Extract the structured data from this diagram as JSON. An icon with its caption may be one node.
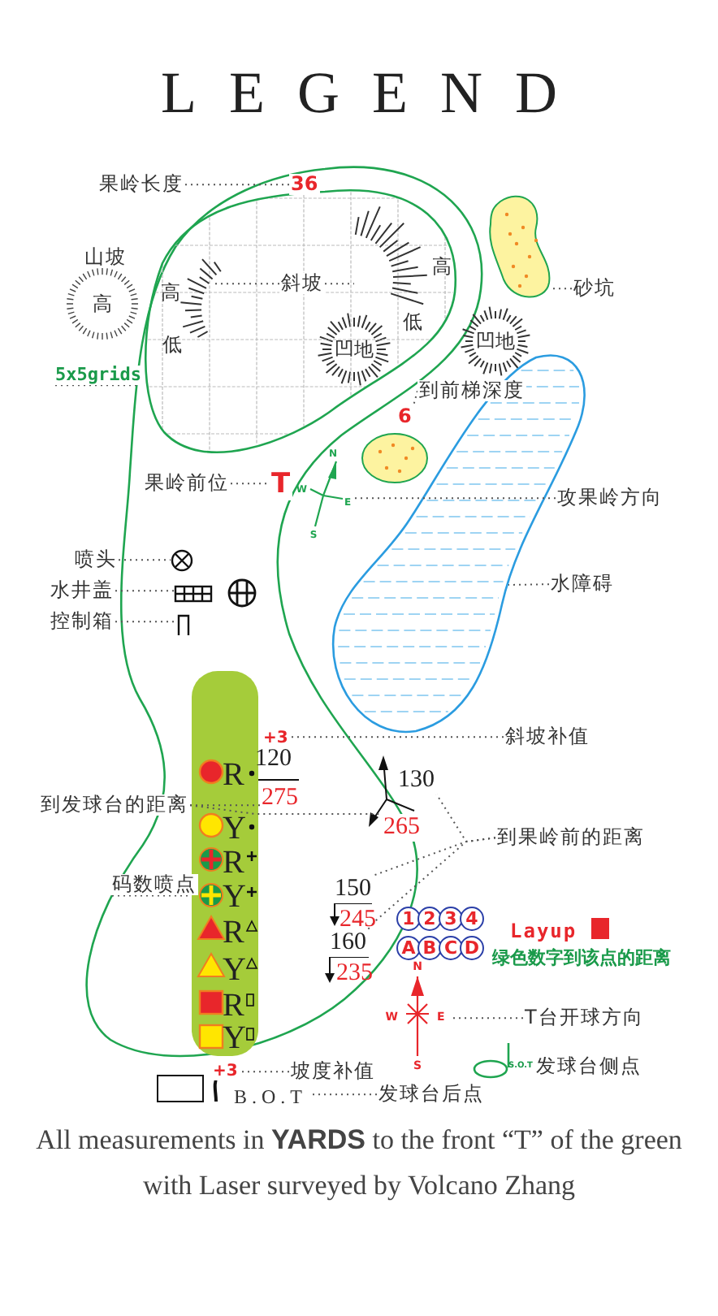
{
  "diagram": {
    "title": "LEGEND",
    "caption": "All measurements in **YARDS** to the front “T” of the green with Laser surveyed by Volcano Zhang",
    "nodes": [
      {
        "text": [
          "果岭长度"
        ]
      },
      {
        "text": [
          "斜坡"
        ],
        "in": 22
      },
      {
        "text": [
          "砂坑"
        ]
      },
      {
        "text": [
          "5x5grids"
        ]
      },
      {
        "text": [
          "到前梯深度"
        ]
      },
      {
        "text": [
          "果岭前位"
        ]
      },
      {
        "text": [
          "攻果岭方向"
        ]
      },
      {
        "text": [
          "喷头"
        ]
      },
      {
        "text": [
          "水井盖"
        ]
      },
      {
        "text": [
          "控制箱"
        ]
      },
      {
        "text": [
          "水障碍"
        ]
      },
      {
        "text": [
          "斜坡补值"
        ]
      },
      {
        "text": [
          "到发球台的距离"
        ]
      },
      {
        "text": [
          "到果岭前的距离"
        ]
      },
      {
        "text": [
          "码数喷点"
        ]
      },
      {
        "text": [
          "T台开球方向"
        ]
      },
      {
        "text": [
          "坡度补值"
        ]
      },
      {
        "text": [
          "发球台后点"
        ]
      },
      {
        "text": [
          "36"
        ]
      },
      {
        "text": [],
        "shape": "picture",
        "in": 22,
        "beside": [
          "高",
          "低"
        ]
      },
      {
        "text": [],
        "shape": "picture",
        "in": 22,
        "beside": [
          "高",
          "低"
        ]
      },
      {
        "text": [],
        "shape": "picture"
      },
      {
        "text": [],
        "shape": "picture"
      },
      {
        "text": [
          "6"
        ]
      },
      {
        "text": [
          "T"
        ]
      },
      {
        "text": [],
        "shape": "picture",
        "beside": [
          "N",
          "W",
          "E",
          "S"
        ]
      },
      {
        "text": [],
        "shape": "picture"
      },
      {
        "text": [],
        "shape": "box"
      },
      {
        "text": [],
        "shape": "picture"
      },
      {
        "text": [],
        "shape": "picture"
      },
      {
        "text": [
          "+3"
        ]
      },
      {
        "text": [
          "275"
        ]
      },
      {
        "text": [
          "265"
        ]
      },
      {
        "text": [
          "130"
        ]
      },
      {
        "text": [
          "150"
        ]
      },
      {
        "text": [
          "160"
        ]
      },
      {
        "text": [],
        "shape": "picture",
        "beside": [
          "N",
          "W",
          "E",
          "S"
        ]
      },
      {
        "text": [
          "+3"
        ]
      },
      {
        "text": [
          "B.O.T"
        ]
      },
      {
        "text": [],
        "shape": "bar"
      }
    ],
    "edges": [
      {
        "from": 0,
        "to": 18,
        "arrow": "none",
        "style": "dashed"
      },
      {
        "from": 1,
        "to": 19,
        "arrow": "none",
        "style": "dashed"
      },
      {
        "from": 1,
        "to": 20,
        "arrow": "none",
        "style": "dashed"
      },
      {
        "from": 2,
        "to": 21,
        "arrow": "none",
        "style": "dashed"
      },
      {
        "from": 3,
        "to": 22,
        "arrow": "none",
        "style": "dashed"
      },
      {
        "from": 4,
        "to": 23,
        "arrow": "none",
        "style": "dashed"
      },
      {
        "from": 5,
        "to": 24,
        "arrow": "none",
        "style": "dashed"
      },
      {
        "from": 6,
        "to": 25,
        "arrow": "none",
        "style": "dashed"
      },
      {
        "from": 7,
        "to": 26,
        "arrow": "none",
        "style": "dashed"
      },
      {
        "from": 8,
        "to": 27,
        "arrow": "none",
        "style": "dashed"
      },
      {
        "from": 9,
        "to": 28,
        "arrow": "none",
        "style": "dashed"
      },
      {
        "from": 10,
        "to": 29,
        "arrow": "none",
        "style": "dashed"
      },
      {
        "from": 11,
        "to": 30,
        "arrow": "none",
        "style": "dashed"
      },
      {
        "from": 12,
        "to": 31,
        "arrow": "none",
        "style": "dashed"
      },
      {
        "from": 12,
        "to": 32,
        "arrow": "none",
        "style": "dashed"
      },
      {
        "from": 13,
        "to": 33,
        "arrow": "none",
        "style": "dashed"
      },
      {
        "from": 13,
        "to": 34,
        "arrow": "none",
        "style": "dashed"
      },
      {
        "from": 13,
        "to": 35,
        "arrow": "none",
        "style": "dashed"
      },
      {
        "from": 14,
        "to": 39,
        "arrow": "none",
        "style": "dashed"
      },
      {
        "from": 15,
        "to": 36,
        "arrow": "none",
        "style": "dashed"
      },
      {
        "from": 16,
        "to": 37,
        "arrow": "none",
        "style": "dashed"
      },
      {
        "from": 17,
        "to": 38,
        "arrow": "none",
        "style": "dashed"
      }
    ],
    "labels": [
      "山坡",
      "高",
      "凹地",
      "凹地",
      "120",
      "R",
      "Y",
      "R",
      "Y",
      "245",
      "1",
      "2",
      "3",
      "4",
      "Layup",
      "A",
      "B",
      "C",
      "D",
      "绿色数字到该点的距离",
      "235",
      "R",
      "Y",
      "R",
      "Y",
      "S.O.T",
      "发球台侧点"
    ]
  }
}
